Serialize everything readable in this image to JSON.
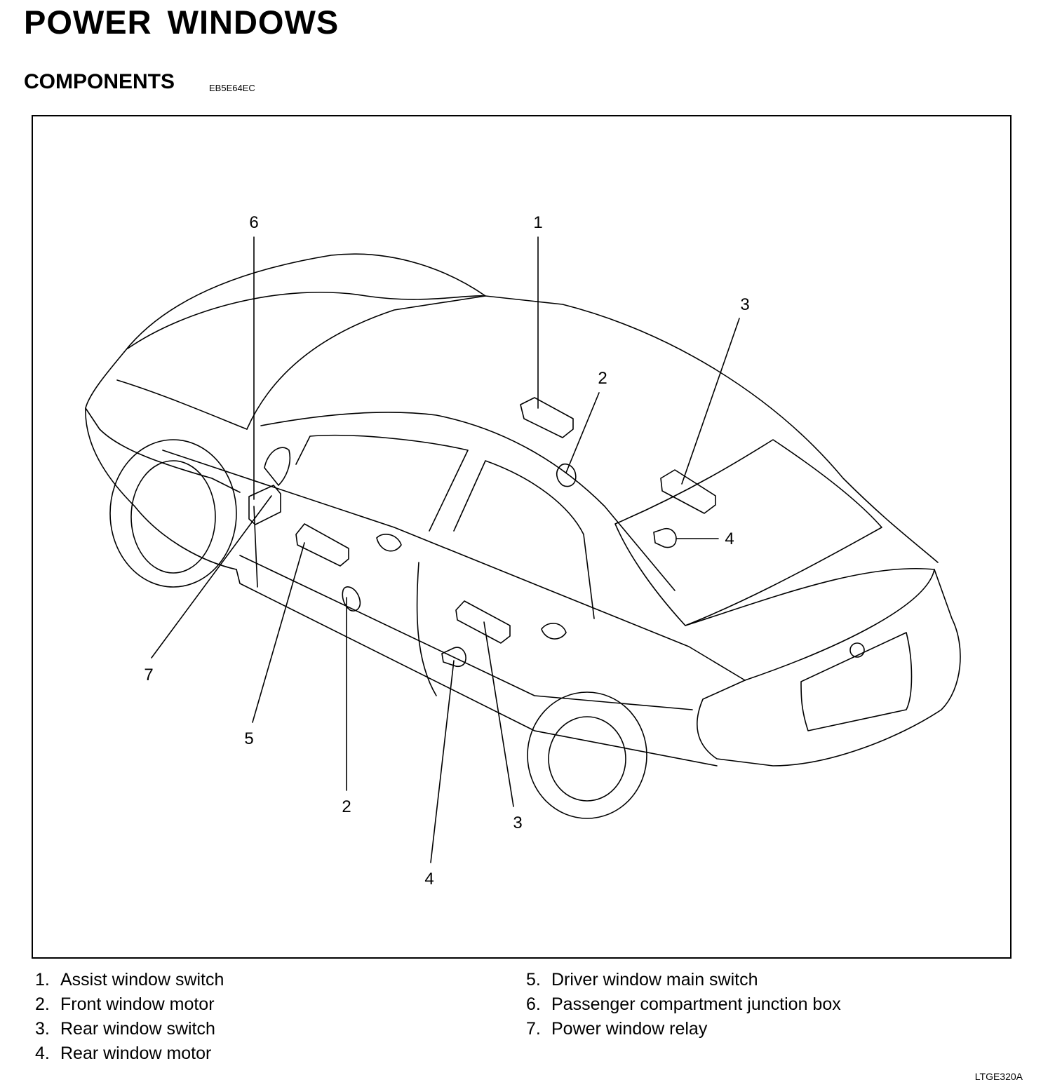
{
  "header": {
    "title": "POWER  WINDOWS",
    "section": "COMPONENTS",
    "code": "EB5E64EC"
  },
  "callouts": [
    "1",
    "2",
    "2",
    "3",
    "3",
    "4",
    "4",
    "5",
    "6",
    "7"
  ],
  "legend": {
    "left": [
      {
        "num": "1.",
        "label": "Assist window switch"
      },
      {
        "num": "2.",
        "label": "Front window motor"
      },
      {
        "num": "3.",
        "label": "Rear window switch"
      },
      {
        "num": "4.",
        "label": "Rear window motor"
      }
    ],
    "right": [
      {
        "num": "5.",
        "label": "Driver window main switch"
      },
      {
        "num": "6.",
        "label": "Passenger compartment junction box"
      },
      {
        "num": "7.",
        "label": "Power window relay"
      }
    ]
  },
  "footer": {
    "ref": "LTGE320A"
  }
}
